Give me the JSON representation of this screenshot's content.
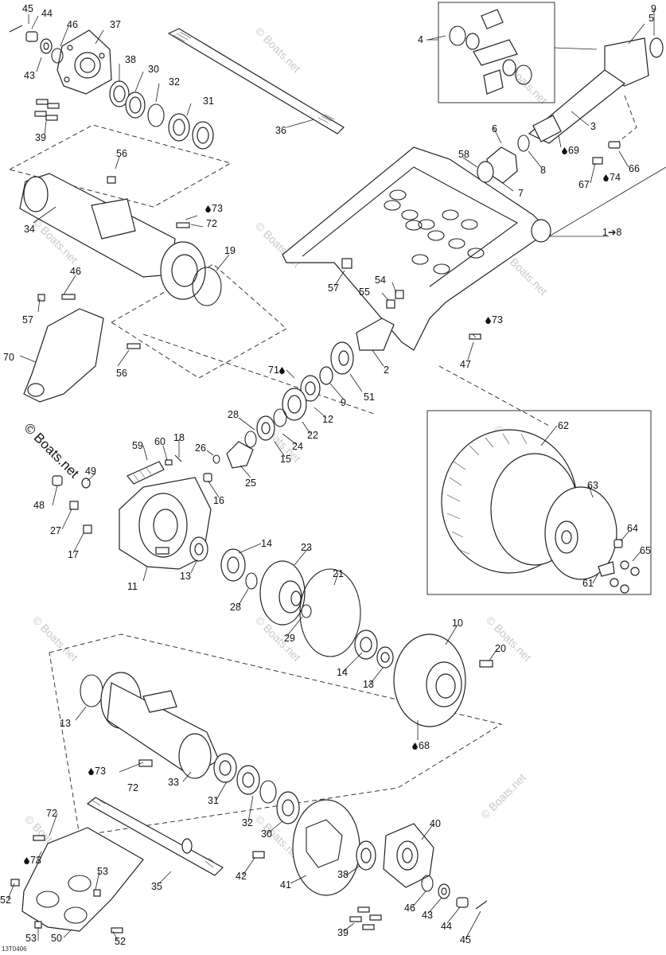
{
  "diagram": {
    "callouts": [
      {
        "id": "c45a",
        "text": "45"
      },
      {
        "id": "c44a",
        "text": "44"
      },
      {
        "id": "c46a",
        "text": "46"
      },
      {
        "id": "c37",
        "text": "37"
      },
      {
        "id": "c43a",
        "text": "43"
      },
      {
        "id": "c38a",
        "text": "38"
      },
      {
        "id": "c30a",
        "text": "30"
      },
      {
        "id": "c32a",
        "text": "32"
      },
      {
        "id": "c31a",
        "text": "31"
      },
      {
        "id": "c39a",
        "text": "39"
      },
      {
        "id": "c36",
        "text": "36"
      },
      {
        "id": "c56a",
        "text": "56"
      },
      {
        "id": "c34",
        "text": "34"
      },
      {
        "id": "c73a",
        "text": "73"
      },
      {
        "id": "c72a",
        "text": "72"
      },
      {
        "id": "c19",
        "text": "19"
      },
      {
        "id": "c46b",
        "text": "46"
      },
      {
        "id": "c57a",
        "text": "57"
      },
      {
        "id": "c70",
        "text": "70"
      },
      {
        "id": "c56b",
        "text": "56"
      },
      {
        "id": "c4",
        "text": "4"
      },
      {
        "id": "c5",
        "text": "5"
      },
      {
        "id": "c9",
        "text": "9"
      },
      {
        "id": "c3",
        "text": "3"
      },
      {
        "id": "c69",
        "text": "69"
      },
      {
        "id": "c6",
        "text": "6"
      },
      {
        "id": "c58",
        "text": "58"
      },
      {
        "id": "c8",
        "text": "8"
      },
      {
        "id": "c7",
        "text": "7"
      },
      {
        "id": "c67",
        "text": "67"
      },
      {
        "id": "c74",
        "text": "74"
      },
      {
        "id": "c66",
        "text": "66"
      },
      {
        "id": "c1to8",
        "text": "1➔8"
      },
      {
        "id": "c57b",
        "text": "57"
      },
      {
        "id": "c54",
        "text": "54"
      },
      {
        "id": "c55",
        "text": "55"
      },
      {
        "id": "c73b",
        "text": "73"
      },
      {
        "id": "c47",
        "text": "47"
      },
      {
        "id": "c71",
        "text": "71"
      },
      {
        "id": "c2",
        "text": "2"
      },
      {
        "id": "c9b",
        "text": "9"
      },
      {
        "id": "c51",
        "text": "51"
      },
      {
        "id": "c12",
        "text": "12"
      },
      {
        "id": "c22",
        "text": "22"
      },
      {
        "id": "c28a",
        "text": "28"
      },
      {
        "id": "c24",
        "text": "24"
      },
      {
        "id": "c15",
        "text": "15"
      },
      {
        "id": "c59",
        "text": "59"
      },
      {
        "id": "c60",
        "text": "60"
      },
      {
        "id": "c18",
        "text": "18"
      },
      {
        "id": "c26",
        "text": "26"
      },
      {
        "id": "c25",
        "text": "25"
      },
      {
        "id": "c49",
        "text": "49"
      },
      {
        "id": "c16",
        "text": "16"
      },
      {
        "id": "c48",
        "text": "48"
      },
      {
        "id": "c27",
        "text": "27"
      },
      {
        "id": "c17",
        "text": "17"
      },
      {
        "id": "c14a",
        "text": "14"
      },
      {
        "id": "c23",
        "text": "23"
      },
      {
        "id": "c11",
        "text": "11"
      },
      {
        "id": "c13a",
        "text": "13"
      },
      {
        "id": "c28b",
        "text": "28"
      },
      {
        "id": "c21",
        "text": "21"
      },
      {
        "id": "c29",
        "text": "29"
      },
      {
        "id": "c62",
        "text": "62"
      },
      {
        "id": "c63",
        "text": "63"
      },
      {
        "id": "c64",
        "text": "64"
      },
      {
        "id": "c65",
        "text": "65"
      },
      {
        "id": "c61",
        "text": "61"
      },
      {
        "id": "c10",
        "text": "10"
      },
      {
        "id": "c20",
        "text": "20"
      },
      {
        "id": "c14b",
        "text": "14"
      },
      {
        "id": "c13b",
        "text": "13"
      },
      {
        "id": "c68",
        "text": "68"
      },
      {
        "id": "c13c",
        "text": "13"
      },
      {
        "id": "c73c",
        "text": "73"
      },
      {
        "id": "c72b",
        "text": "72"
      },
      {
        "id": "c33",
        "text": "33"
      },
      {
        "id": "c31b",
        "text": "31"
      },
      {
        "id": "c32b",
        "text": "32"
      },
      {
        "id": "c30b",
        "text": "30"
      },
      {
        "id": "c72c",
        "text": "72"
      },
      {
        "id": "c73d",
        "text": "73"
      },
      {
        "id": "c35",
        "text": "35"
      },
      {
        "id": "c42",
        "text": "42"
      },
      {
        "id": "c41",
        "text": "41"
      },
      {
        "id": "c38b",
        "text": "38"
      },
      {
        "id": "c40",
        "text": "40"
      },
      {
        "id": "c52a",
        "text": "52"
      },
      {
        "id": "c53a",
        "text": "53"
      },
      {
        "id": "c53b",
        "text": "53"
      },
      {
        "id": "c50",
        "text": "50"
      },
      {
        "id": "c52b",
        "text": "52"
      },
      {
        "id": "c46c",
        "text": "46"
      },
      {
        "id": "c43b",
        "text": "43"
      },
      {
        "id": "c44b",
        "text": "44"
      },
      {
        "id": "c45b",
        "text": "45"
      },
      {
        "id": "c39b",
        "text": "39"
      }
    ],
    "copyright": "© Boats.net",
    "watermark": "© Boats.net",
    "drawing_ref": "13T0406"
  }
}
